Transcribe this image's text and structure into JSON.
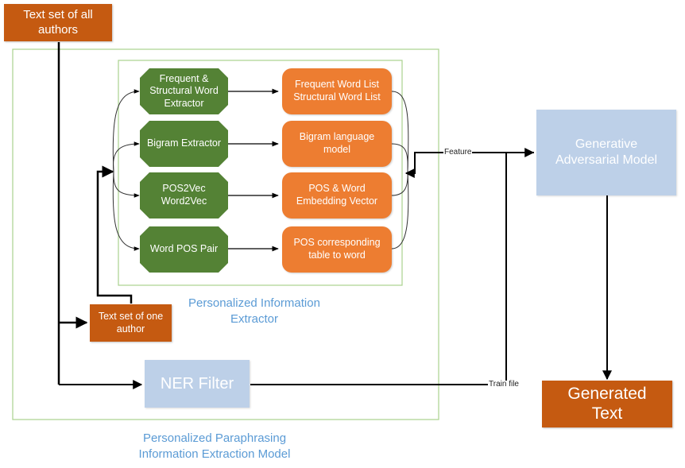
{
  "nodes": {
    "all_authors": "Text set of all authors",
    "one_author": "Text set of one author",
    "frequent_extractor": "Frequent & Structural Word Extractor",
    "bigram_extractor": "Bigram Extractor",
    "pos2vec": "POS2Vec Word2Vec",
    "word_pos_pair": "Word POS Pair",
    "frequent_list": "Frequent Word List Structural Word List",
    "bigram_model": "Bigram language model",
    "embedding_vector": "POS & Word Embedding Vector",
    "pos_table": "POS corresponding table to word",
    "ner_filter": "NER Filter",
    "gan": "Generative Adversarial Model",
    "generated_text": "Generated Text"
  },
  "groups": {
    "inner_caption": "Personalized Information Extractor",
    "outer_caption": "Personalized Paraphrasing Information Extraction Model"
  },
  "edge_labels": {
    "feature": "Feature",
    "train_file": "Train file"
  },
  "colors": {
    "dark_orange": "#c55a11",
    "light_orange": "#ed7d31",
    "green": "#548235",
    "light_blue": "#bdd0e8",
    "group_border": "#a9d18e",
    "caption_blue": "#5b9bd5"
  }
}
